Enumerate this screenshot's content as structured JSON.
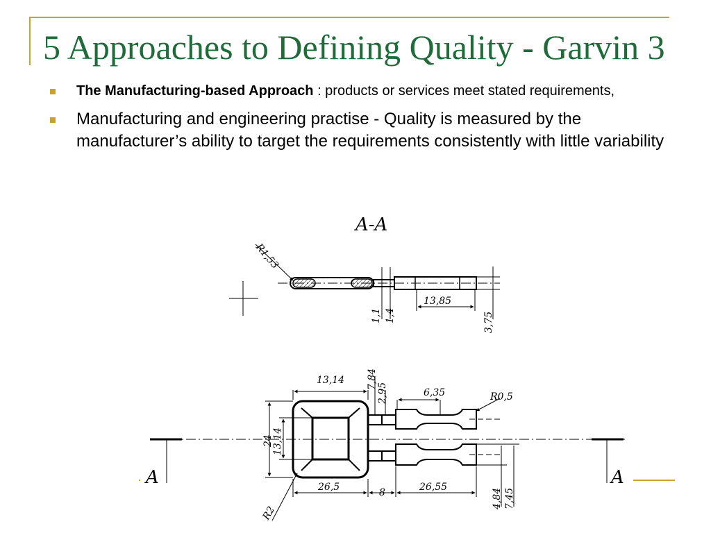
{
  "slide": {
    "title": "5 Approaches to Defining Quality - Garvin 3",
    "accent_color": "#C9A227",
    "title_color": "#1F6B3A"
  },
  "bullets": [
    {
      "bold": "The Manufacturing-based Approach",
      "text": " : products or services meet stated requirements,"
    },
    {
      "text": "Manufacturing and engineering practise - Quality is measured by the manufacturer’s ability to target the requirements consistently with little variability"
    }
  ],
  "drawing": {
    "section_label": "A-A",
    "cut_label_left": "A",
    "cut_label_right": "A",
    "dims": {
      "r1_53": "R1,53",
      "d1_1": "1,1",
      "d1_4": "1,4",
      "d13_85": "13,85",
      "d3_75": "3,75",
      "d13_14_top": "13,14",
      "d7_84": "7,84",
      "d2_95": "2,95",
      "d6_35": "6,35",
      "r0_5": "R0,5",
      "d24": "24",
      "d13_14_side": "13,14",
      "d26_5": "26,5",
      "d8": "8",
      "d26_55": "26,55",
      "d4_84": "4,84",
      "d7_45": "7,45",
      "r2": "R2"
    }
  }
}
